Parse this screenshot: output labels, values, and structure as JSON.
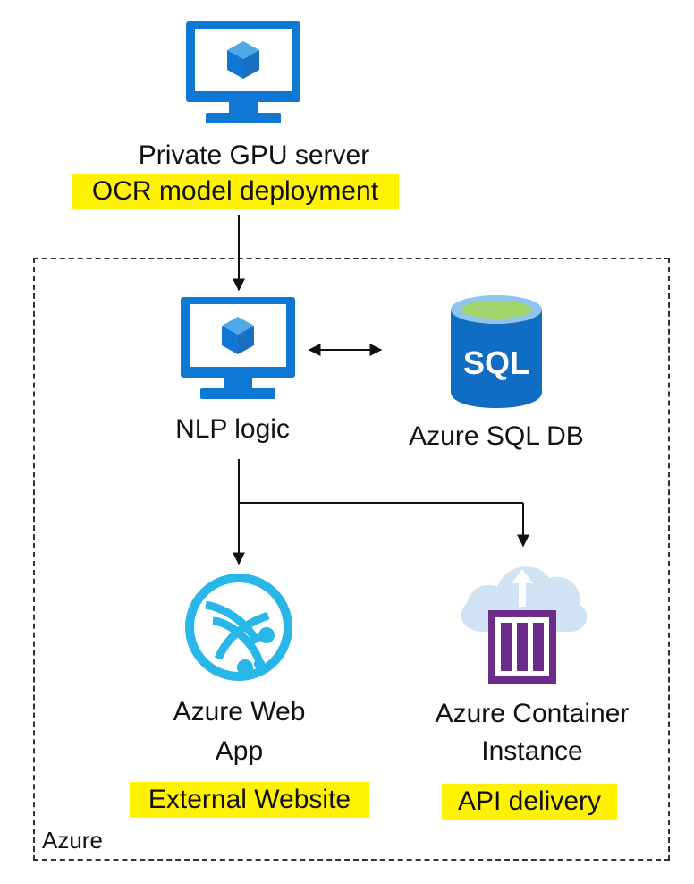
{
  "nodes": {
    "gpu_server": {
      "label": "Private GPU server",
      "note": "OCR model deployment"
    },
    "nlp": {
      "label": "NLP logic"
    },
    "sql": {
      "label": "Azure SQL DB",
      "icon_text": "SQL"
    },
    "web_app": {
      "label_line1": "Azure Web",
      "label_line2": "App",
      "note": "External Website"
    },
    "aci": {
      "label_line1": "Azure Container",
      "label_line2": "Instance",
      "note": "API delivery"
    }
  },
  "group": {
    "label": "Azure"
  },
  "colors": {
    "azure_blue": "#0f78d4",
    "web_cyan": "#29b6e8",
    "cloud": "#cfe3f5",
    "container_purple": "#6b2d87",
    "highlight": "#fff200"
  },
  "icons": [
    "monitor-cube-icon",
    "sql-database-icon",
    "web-globe-icon",
    "container-instance-icon"
  ]
}
